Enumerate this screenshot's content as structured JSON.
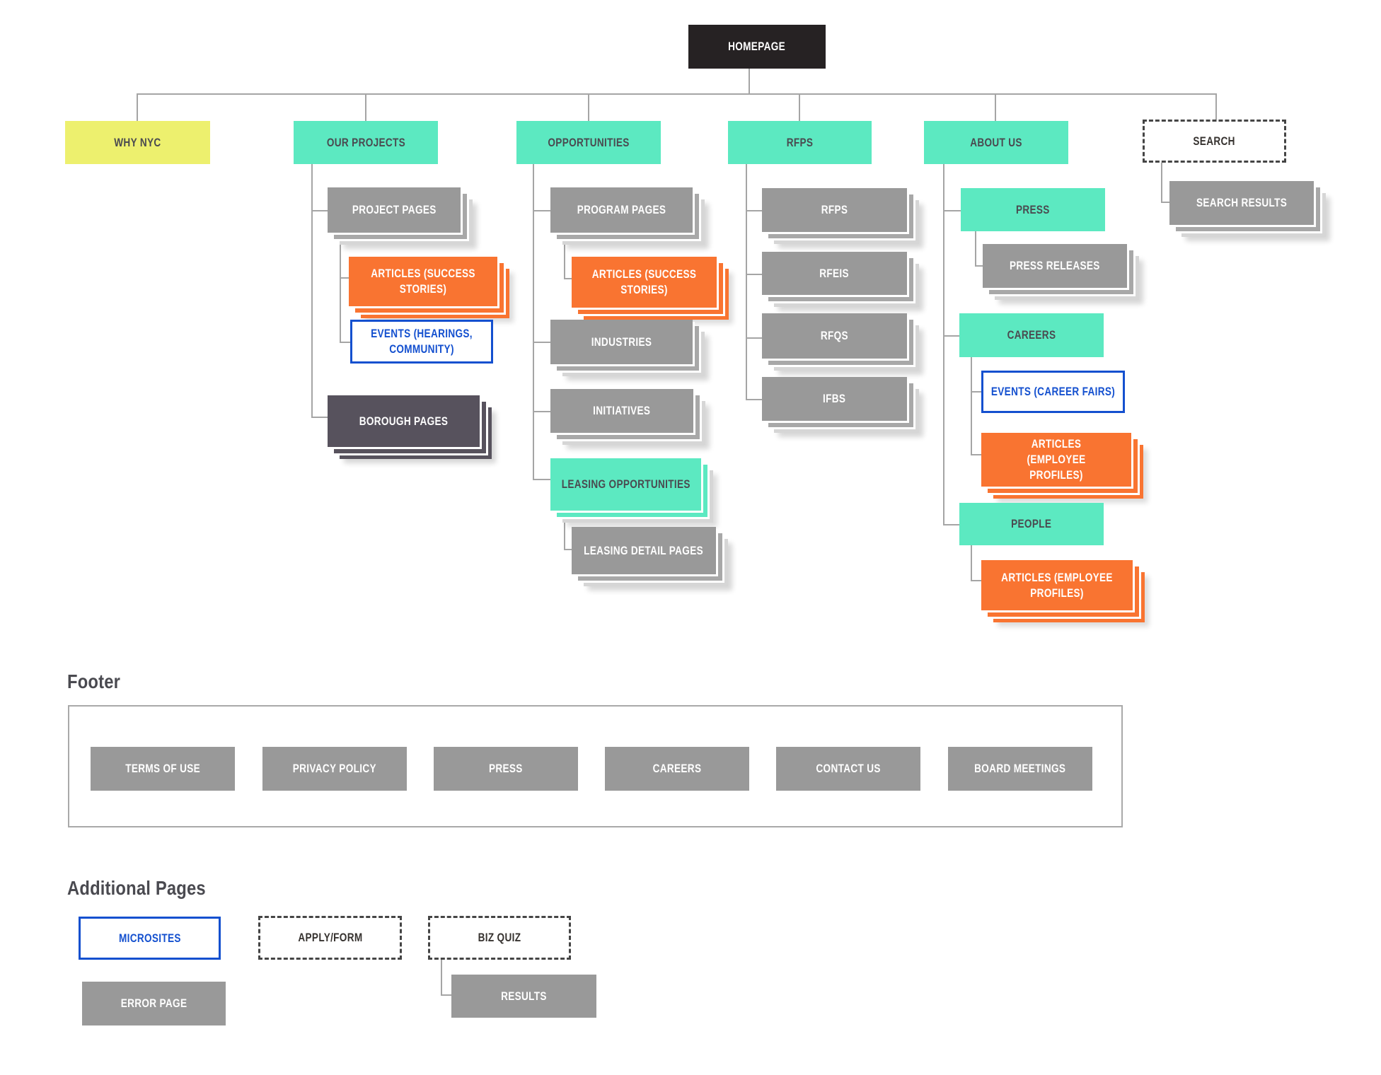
{
  "colors": {
    "teal": "#5CE9C1",
    "yellow": "#EDF06E",
    "orange": "#F97431",
    "gray": "#999999",
    "light_gray": "#D6D6D6",
    "dark_slate": "#57525D",
    "black": "#262223",
    "blue": "#1450CF",
    "connector_line": "#A5A5A5",
    "text_dark": "#4A4A50",
    "text_white": "#FFFFFF"
  },
  "nodes": {
    "homepage": {
      "label": "HOMEPAGE"
    },
    "why_nyc": {
      "label": "WHY NYC"
    },
    "our_projects": {
      "label": "OUR PROJECTS"
    },
    "opportunities": {
      "label": "OPPORTUNITIES"
    },
    "rfps": {
      "label": "RFPS"
    },
    "about_us": {
      "label": "ABOUT US"
    },
    "search": {
      "label": "SEARCH"
    },
    "project_pages": {
      "label": "PROJECT PAGES"
    },
    "articles_success_projects": {
      "label": "ARTICLES (SUCCESS STORIES)"
    },
    "events_hearings": {
      "label": "EVENTS (HEARINGS, COMMUNITY)"
    },
    "borough_pages": {
      "label": "BOROUGH PAGES"
    },
    "program_pages": {
      "label": "PROGRAM PAGES"
    },
    "articles_success_opportunities": {
      "label": "ARTICLES (SUCCESS STORIES)"
    },
    "industries": {
      "label": "INDUSTRIES"
    },
    "initiatives": {
      "label": "INITIATIVES"
    },
    "leasing_opportunities": {
      "label": "LEASING OPPORTUNITIES"
    },
    "leasing_detail_pages": {
      "label": "LEASING DETAIL PAGES"
    },
    "rfps_list": {
      "label": "RFPS"
    },
    "rfeis": {
      "label": "RFEIS"
    },
    "rfqs": {
      "label": "RFQS"
    },
    "ifbs": {
      "label": "IFBS"
    },
    "press": {
      "label": "PRESS"
    },
    "press_releases": {
      "label": "PRESS RELEASES"
    },
    "careers": {
      "label": "CAREERS"
    },
    "events_career_fairs": {
      "label": "EVENTS (CAREER FAIRS)"
    },
    "articles_employee_careers": {
      "label": "ARTICLES (EMPLOYEE PROFILES)"
    },
    "people": {
      "label": "PEOPLE"
    },
    "articles_employee_people": {
      "label": "ARTICLES (EMPLOYEE PROFILES)"
    },
    "search_results": {
      "label": "SEARCH RESULTS"
    },
    "microsites": {
      "label": "MICROSITES"
    },
    "apply_form": {
      "label": "APPLY/FORM"
    },
    "biz_quiz": {
      "label": "BIZ QUIZ"
    },
    "error_page": {
      "label": "ERROR PAGE"
    },
    "results": {
      "label": "RESULTS"
    }
  },
  "sections": {
    "footer": {
      "title": "Footer",
      "items": [
        {
          "label": "TERMS OF USE"
        },
        {
          "label": "PRIVACY POLICY"
        },
        {
          "label": "PRESS"
        },
        {
          "label": "CAREERS"
        },
        {
          "label": "CONTACT US"
        },
        {
          "label": "BOARD MEETINGS"
        }
      ]
    },
    "additional": {
      "title": "Additional Pages"
    }
  }
}
